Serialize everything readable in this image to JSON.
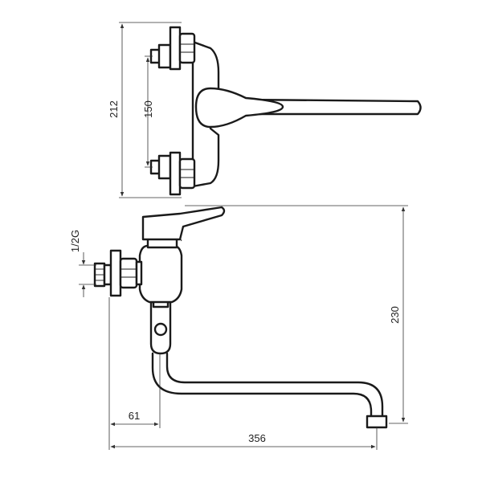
{
  "dimensions": {
    "height_total": "212",
    "inlet_spacing": "150",
    "thread": "1/2G",
    "outlet_height": "230",
    "wall_offset": "61",
    "spout_reach": "356"
  }
}
